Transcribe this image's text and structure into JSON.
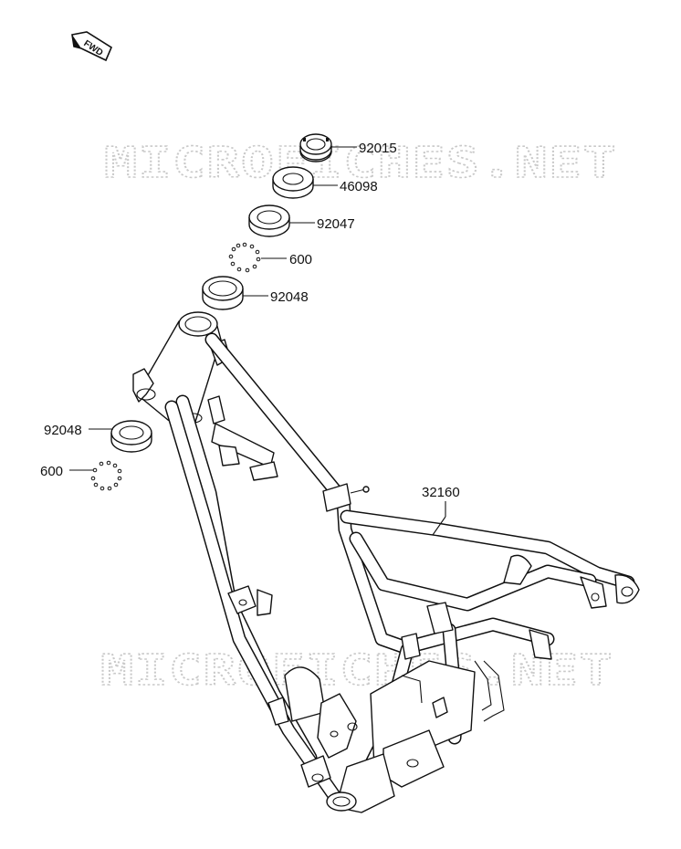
{
  "watermark": {
    "text": "MICROFICHES.NET"
  },
  "fwd_marker": {
    "text": "FWD"
  },
  "parts": [
    {
      "id": "92015"
    },
    {
      "id": "46098"
    },
    {
      "id": "92047"
    },
    {
      "id": "600"
    },
    {
      "id": "92048"
    },
    {
      "id": "92048"
    },
    {
      "id": "600"
    },
    {
      "id": "32160"
    }
  ],
  "colors": {
    "line": "#111111",
    "background": "#ffffff",
    "watermark": "#c9c9c9"
  }
}
